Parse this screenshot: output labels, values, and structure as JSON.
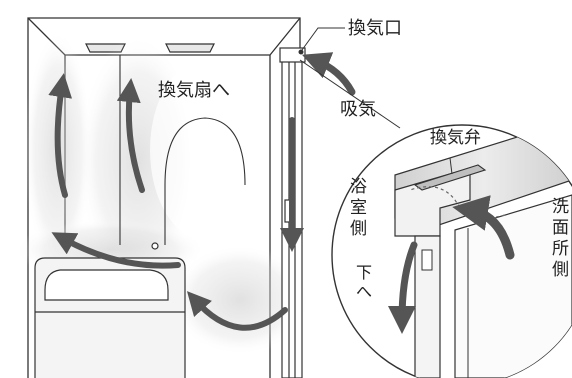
{
  "labels": {
    "vent_opening": "換気口",
    "to_fan": "換気扇へ",
    "intake": "吸気",
    "vent_valve": "換気弁",
    "bathroom_side": [
      "浴",
      "室",
      "側"
    ],
    "washroom_side": [
      "洗",
      "面",
      "所",
      "側"
    ],
    "downward": [
      "下",
      "へ"
    ]
  },
  "colors": {
    "line": "#333333",
    "arrow": "#555555",
    "glow": "#d9d9d9",
    "fill_light": "#f4f4f4"
  }
}
